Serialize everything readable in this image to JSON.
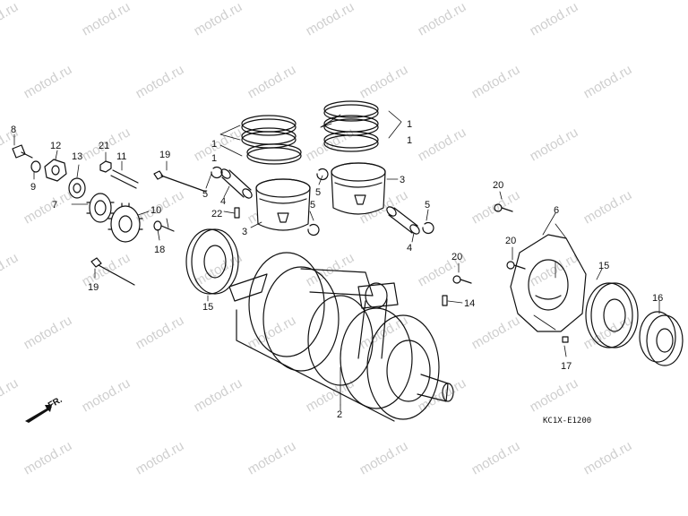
{
  "watermark": "motod.ru",
  "diagram_code": "KC1X-E1200",
  "front_marker": "FR.",
  "callouts": {
    "c1a": "1",
    "c1b": "1",
    "c1c": "1",
    "c1d": "1",
    "c2": "2",
    "c3a": "3",
    "c3b": "3",
    "c4a": "4",
    "c4b": "4",
    "c5a": "5",
    "c5b": "5",
    "c5c": "5",
    "c5d": "5",
    "c6": "6",
    "c7": "7",
    "c8": "8",
    "c9": "9",
    "c10": "10",
    "c11": "11",
    "c12": "12",
    "c13": "13",
    "c14": "14",
    "c15a": "15",
    "c15b": "15",
    "c16": "16",
    "c17": "17",
    "c18": "18",
    "c19a": "19",
    "c19b": "19",
    "c20a": "20",
    "c20b": "20",
    "c20c": "20",
    "c21": "21",
    "c22": "22"
  }
}
